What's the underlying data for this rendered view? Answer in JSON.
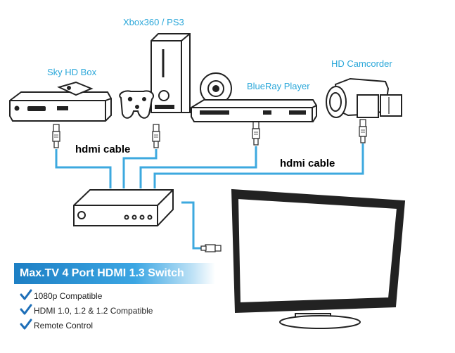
{
  "devices": {
    "sky_hd_box": "Sky HD Box",
    "xbox_ps3": "Xbox360 / PS3",
    "blueray_player": "BlueRay Player",
    "hd_camcorder": "HD Camcorder"
  },
  "cables": {
    "left_label": "hdmi cable",
    "right_label": "hdmi cable"
  },
  "product": {
    "title": "Max.TV 4 Port HDMI 1.3 Switch",
    "features": [
      "1080p Compatible",
      "HDMI 1.0, 1.2 & 1.2 Compatible",
      "Remote Control"
    ]
  },
  "colors": {
    "label_blue": "#2aa7d9",
    "cable_blue": "#3da9df",
    "banner_blue": "#1d7fc4",
    "check_blue": "#1e6fb8"
  }
}
